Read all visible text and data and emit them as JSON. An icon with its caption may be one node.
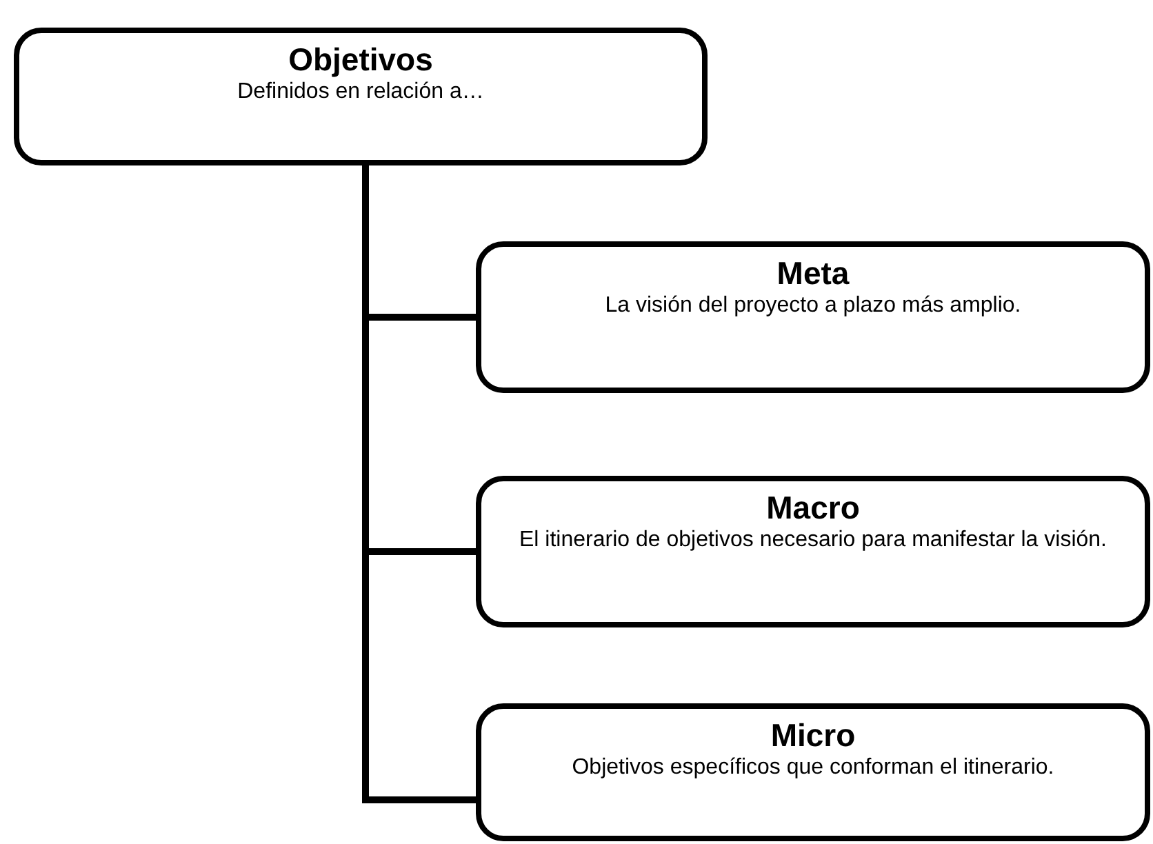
{
  "diagram": {
    "nodes": [
      {
        "text": [
          "Objetivos",
          "Definidos en relación a…"
        ]
      },
      {
        "text": [
          "Meta",
          "La visión del proyecto a plazo más amplio."
        ]
      },
      {
        "text": [
          "Macro",
          "El itinerario de objetivos necesario para manifestar la visión."
        ]
      },
      {
        "text": [
          "Micro",
          "Objetivos específicos que conforman el itinerario."
        ]
      }
    ],
    "edges": [
      {
        "from": 0,
        "to": 1,
        "arrow": "none"
      },
      {
        "from": 0,
        "to": 2,
        "arrow": "none"
      },
      {
        "from": 0,
        "to": 3,
        "arrow": "none"
      }
    ]
  }
}
